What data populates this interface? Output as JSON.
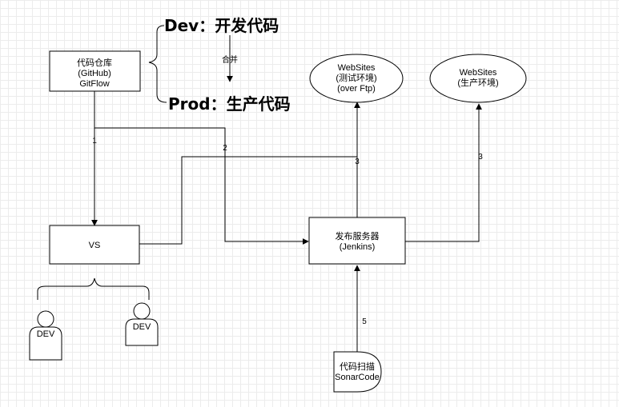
{
  "nodes": {
    "repo": {
      "lines": [
        "代码仓库",
        "(GitHub)",
        "GitFlow"
      ]
    },
    "dev_branch": "Dev：开发代码",
    "prod_branch": "Prod：生产代码",
    "merge": "合并",
    "test_site": {
      "lines": [
        "WebSites",
        "(测试环境)",
        "(over Ftp)"
      ]
    },
    "prod_site": {
      "lines": [
        "WebSites",
        "(生产环境)"
      ]
    },
    "vs": "VS",
    "jenkins": {
      "lines": [
        "发布服务器",
        "(Jenkins)"
      ]
    },
    "sonar": {
      "lines": [
        "代码扫描",
        "SonarCode"
      ]
    },
    "dev1": "DEV",
    "dev2": "DEV"
  },
  "edges": {
    "step1": "1",
    "step2": "2",
    "step3a": "3",
    "step3b": "3",
    "step5": "5"
  },
  "colors": {
    "line": "#000000",
    "fill": "#ffffff"
  }
}
